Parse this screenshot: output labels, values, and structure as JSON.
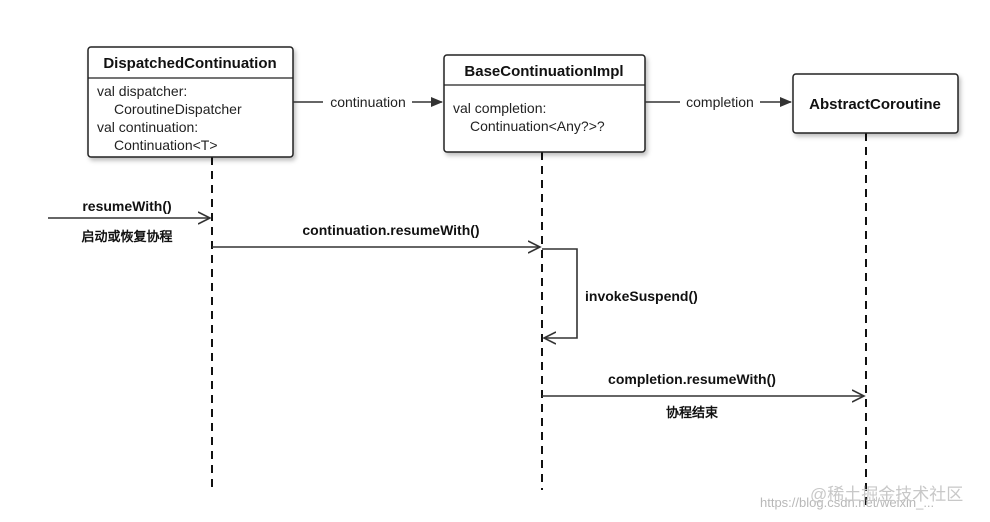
{
  "classes": {
    "dispatched": {
      "title": "DispatchedContinuation",
      "lines": [
        "val dispatcher:",
        "CoroutineDispatcher",
        "val continuation:",
        "Continuation<T>"
      ]
    },
    "base": {
      "title": "BaseContinuationImpl",
      "lines": [
        "val completion:",
        "Continuation<Any?>?"
      ]
    },
    "abstract": {
      "title": "AbstractCoroutine"
    }
  },
  "relations": {
    "continuation": "continuation",
    "completion": "completion"
  },
  "messages": {
    "resume": {
      "label": "resumeWith()",
      "sub": "启动或恢复协程"
    },
    "continuation_resume": {
      "label": "continuation.resumeWith()"
    },
    "invoke_suspend": {
      "label": "invokeSuspend()"
    },
    "completion_resume": {
      "label": "completion.resumeWith()",
      "sub": "协程结束"
    }
  },
  "watermark": {
    "url": "https://blog.csdn.net/weixin_...",
    "brand": "@稀土掘金技术社区"
  }
}
